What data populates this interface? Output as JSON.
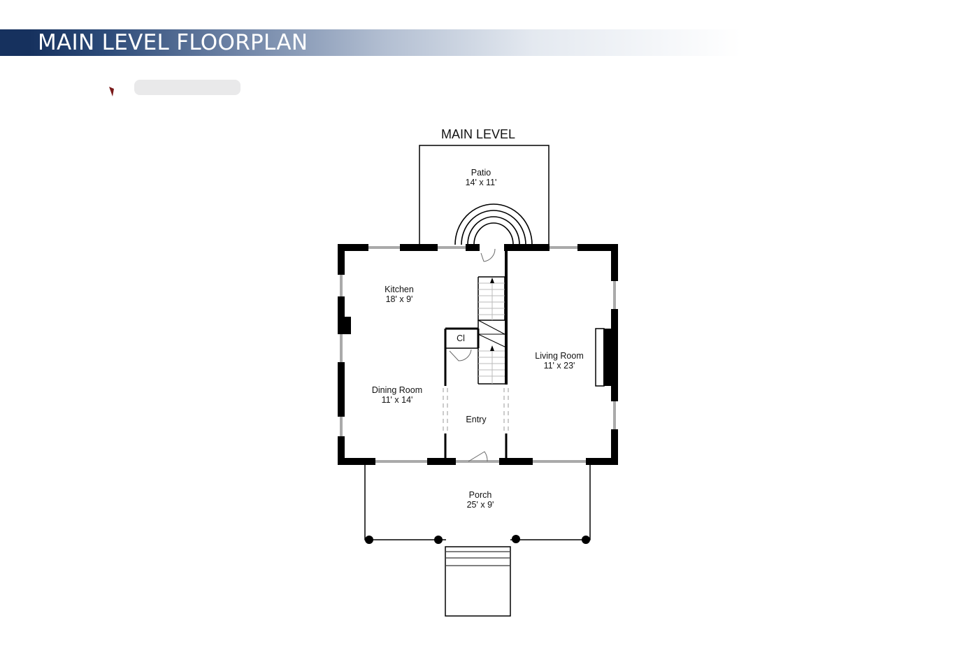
{
  "header": {
    "title": "MAIN LEVEL FLOORPLAN"
  },
  "plan": {
    "level_title": "MAIN LEVEL",
    "rooms": [
      {
        "id": "patio",
        "name": "Patio",
        "size": "14' x 11'"
      },
      {
        "id": "kitchen",
        "name": "Kitchen",
        "size": "18' x 9'"
      },
      {
        "id": "closet",
        "name": "Cl",
        "size": ""
      },
      {
        "id": "living",
        "name": "Living Room",
        "size": "11' x 23'"
      },
      {
        "id": "dining",
        "name": "Dining Room",
        "size": "11' x 14'"
      },
      {
        "id": "entry",
        "name": "Entry",
        "size": ""
      },
      {
        "id": "porch",
        "name": "Porch",
        "size": "25' x 9'"
      }
    ]
  },
  "colors": {
    "banner_dark": "#16315e",
    "wall": "#000000",
    "logo_red": "#7a1a1a"
  }
}
